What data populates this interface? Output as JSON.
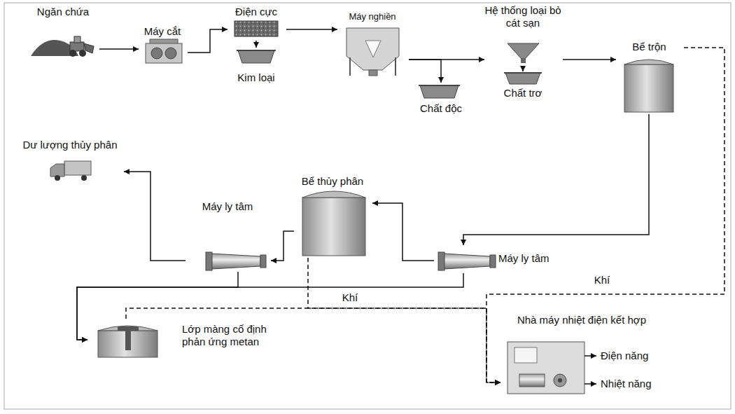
{
  "diagram": {
    "nodes": [
      {
        "text": [
          "Ngăn chứa"
        ]
      },
      {
        "text": [
          "Máy cắt"
        ]
      },
      {
        "text": [
          "Điện cực"
        ]
      },
      {
        "text": [
          "Kim loại"
        ]
      },
      {
        "text": [
          "Máy nghiền"
        ]
      },
      {
        "text": [
          "Chất độc"
        ]
      },
      {
        "text": [
          "Hệ thống loại bỏ cát sạn"
        ]
      },
      {
        "text": [
          "Chất trơ"
        ]
      },
      {
        "text": [
          "Bể trộn"
        ]
      },
      {
        "text": [
          "Dư lượng thủy phân"
        ]
      },
      {
        "text": [
          "Bể thủy phân"
        ]
      },
      {
        "text": [
          "Máy ly tâm"
        ]
      },
      {
        "text": [
          "Máy ly tâm"
        ]
      },
      {
        "text": [
          "Lớp màng cố định phản ứng metan"
        ]
      },
      {
        "text": [
          "Nhà máy nhiệt điện kết hợp"
        ]
      }
    ],
    "edges": [
      {
        "from": 0,
        "to": 1,
        "arrow": "to"
      },
      {
        "from": 1,
        "to": 2,
        "arrow": "to"
      },
      {
        "from": 2,
        "to": 3,
        "arrow": "to"
      },
      {
        "from": 2,
        "to": 4,
        "arrow": "to"
      },
      {
        "from": 4,
        "to": 5,
        "arrow": "to"
      },
      {
        "from": 4,
        "to": 6,
        "arrow": "to"
      },
      {
        "from": 6,
        "to": 7,
        "arrow": "to"
      },
      {
        "from": 6,
        "to": 8,
        "arrow": "to"
      },
      {
        "from": 8,
        "to": 12,
        "arrow": "to"
      },
      {
        "from": 12,
        "to": 10,
        "arrow": "to"
      },
      {
        "from": 10,
        "to": 11,
        "arrow": "to"
      },
      {
        "from": 11,
        "to": 9,
        "arrow": "to"
      },
      {
        "from": 11,
        "to": 13,
        "arrow": "to"
      },
      {
        "from": 12,
        "to": 13,
        "arrow": "to"
      },
      {
        "from": 8,
        "to": 14,
        "label": "Khí",
        "arrow": "to"
      },
      {
        "from": 10,
        "to": 14,
        "label": "Khí",
        "arrow": "to"
      },
      {
        "from": 13,
        "to": 14,
        "arrow": "to"
      }
    ],
    "labels": [
      "Điện năng",
      "Nhiệt năng"
    ]
  }
}
